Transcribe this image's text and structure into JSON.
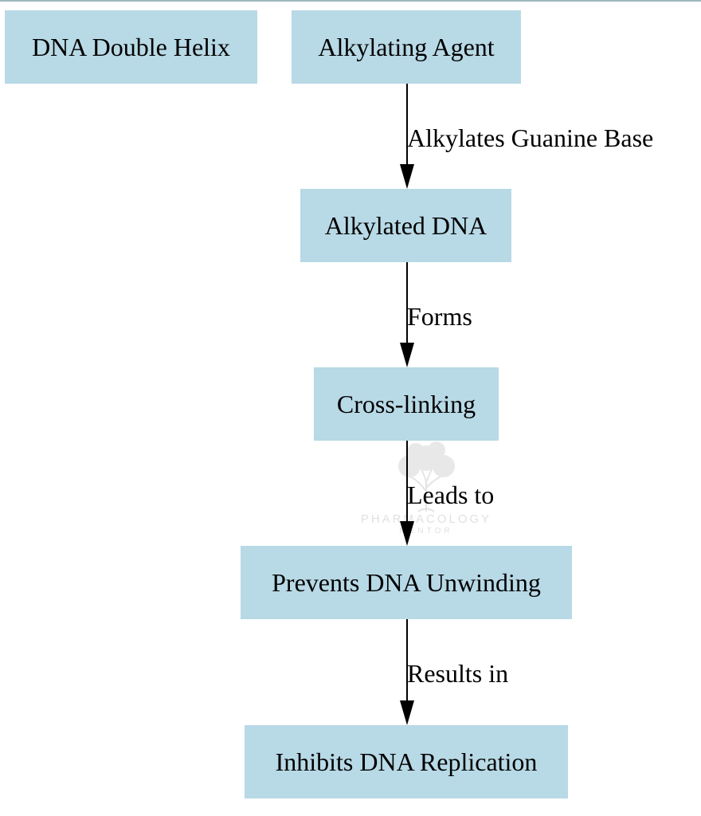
{
  "nodes": {
    "dna_double_helix": "DNA Double Helix",
    "alkylating_agent": "Alkylating Agent",
    "alkylated_dna": "Alkylated DNA",
    "cross_linking": "Cross-linking",
    "prevents_unwinding": "Prevents DNA Unwinding",
    "inhibits_replication": "Inhibits DNA Replication"
  },
  "edges": [
    {
      "from": "Alkylating Agent",
      "to": "Alkylated DNA",
      "label": "Alkylates Guanine Base"
    },
    {
      "from": "Alkylated DNA",
      "to": "Cross-linking",
      "label": "Forms"
    },
    {
      "from": "Cross-linking",
      "to": "Prevents DNA Unwinding",
      "label": "Leads to"
    },
    {
      "from": "Prevents DNA Unwinding",
      "to": "Inhibits DNA Replication",
      "label": "Results in"
    }
  ],
  "watermark": {
    "line1": "PHARMACOLOGY",
    "line2": "MENTOR"
  },
  "colors": {
    "node_fill": "#b8d9e6",
    "edge": "#000000",
    "top_border": "#9db7be"
  }
}
